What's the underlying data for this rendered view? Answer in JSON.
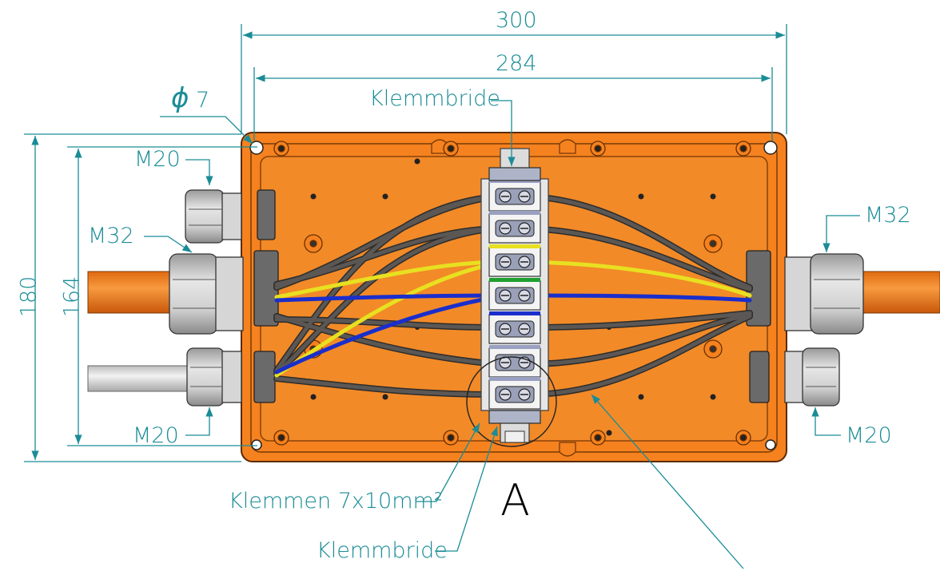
{
  "dimensions": {
    "width_outer": "300",
    "width_inner": "284",
    "height_outer": "180",
    "height_inner": "164",
    "hole_symbol": "ϕ",
    "hole_value": "7"
  },
  "labels": {
    "clamp_top": "Klemmbride",
    "clamp_bottom": "Klemmbride",
    "terminals": "Klemmen 7x10mm²",
    "detail": "A",
    "m20_top_left": "M20",
    "m32_left": "M32",
    "m20_bottom_left": "M20",
    "m32_right": "M32",
    "m20_right": "M20"
  },
  "colors": {
    "dimension": "#1a8c96",
    "enclosure": "#f5821f",
    "enclosure_dark": "#c85f0c",
    "cable_grey": "#4d4a47",
    "cable_yellow": "#e8e020",
    "cable_blue": "#1a2ecc",
    "cable_orange": "#f07818",
    "gland": "#c8c8c8"
  }
}
